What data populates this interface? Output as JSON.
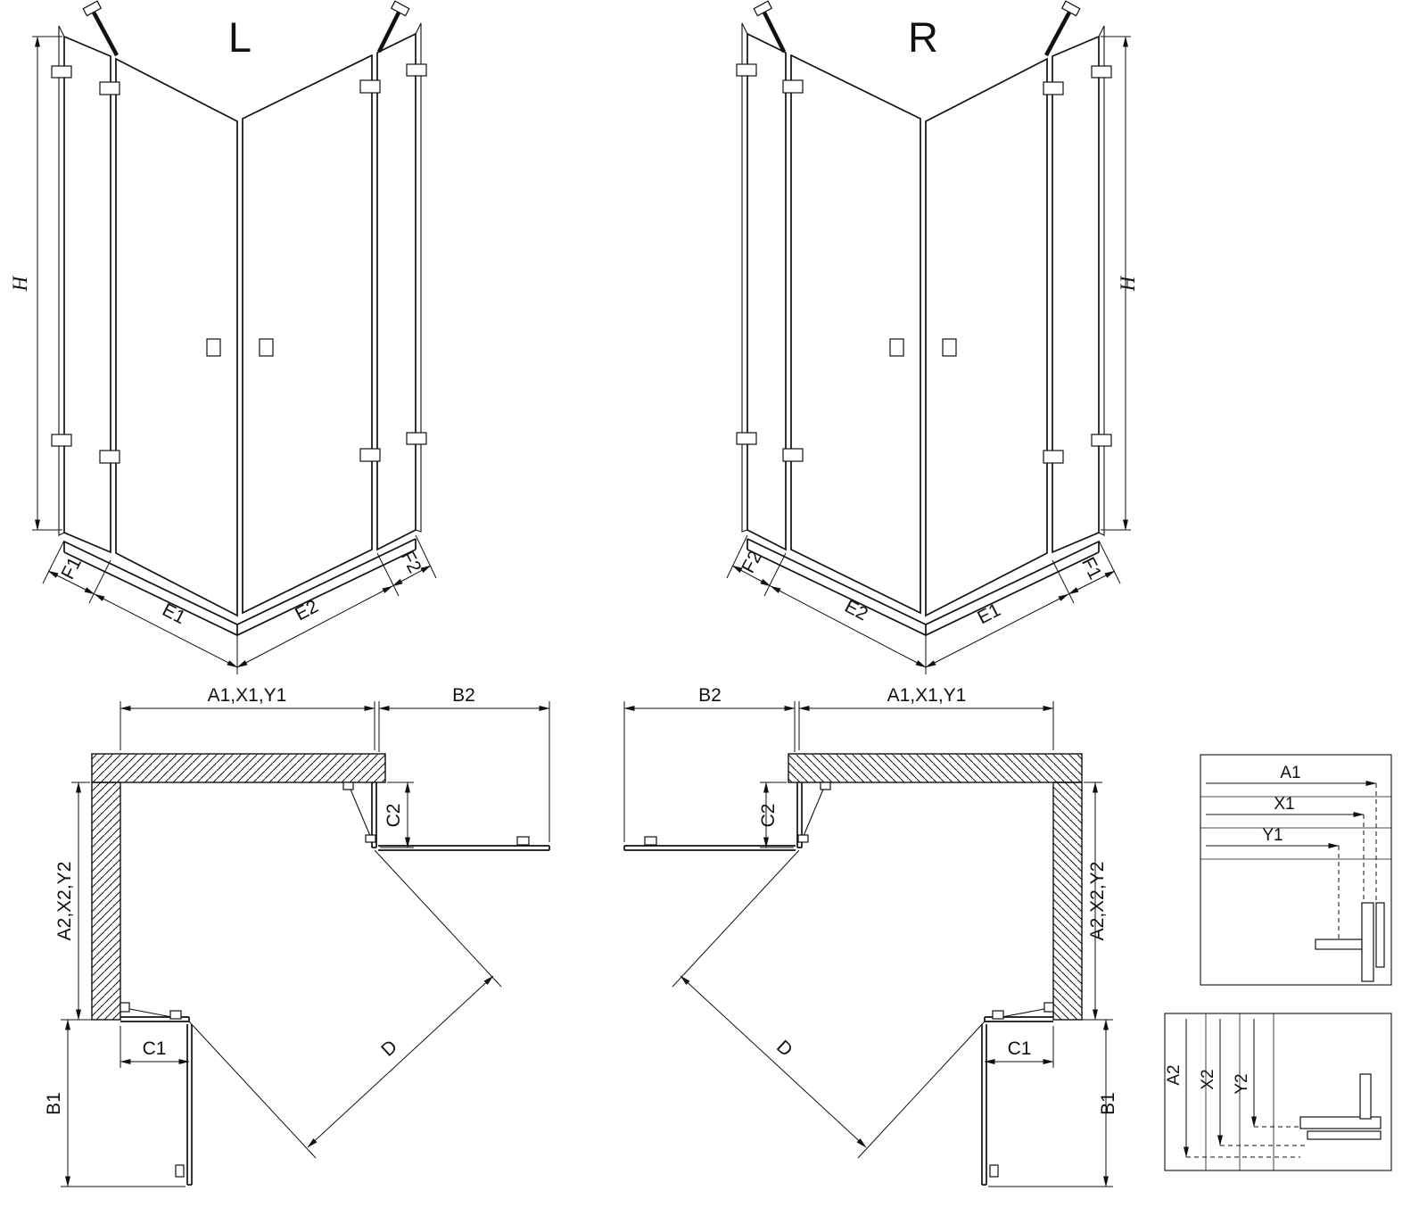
{
  "views": {
    "left": {
      "title": "L"
    },
    "right": {
      "title": "R"
    }
  },
  "labels": {
    "height": "H",
    "f1": "F1",
    "e1": "E1",
    "e2": "E2",
    "f2": "F2",
    "a1_x1_y1": "A1,X1,Y1",
    "a2_x2_y2": "A2,X2,Y2",
    "b1": "B1",
    "b2": "B2",
    "c1": "C1",
    "c2": "C2",
    "d": "D"
  },
  "detail_top": {
    "a1": "A1",
    "x1": "X1",
    "y1": "Y1"
  },
  "detail_bottom": {
    "a2": "A2",
    "x2": "X2",
    "y2": "Y2"
  },
  "colors": {
    "line": "#111111",
    "background": "#ffffff"
  }
}
